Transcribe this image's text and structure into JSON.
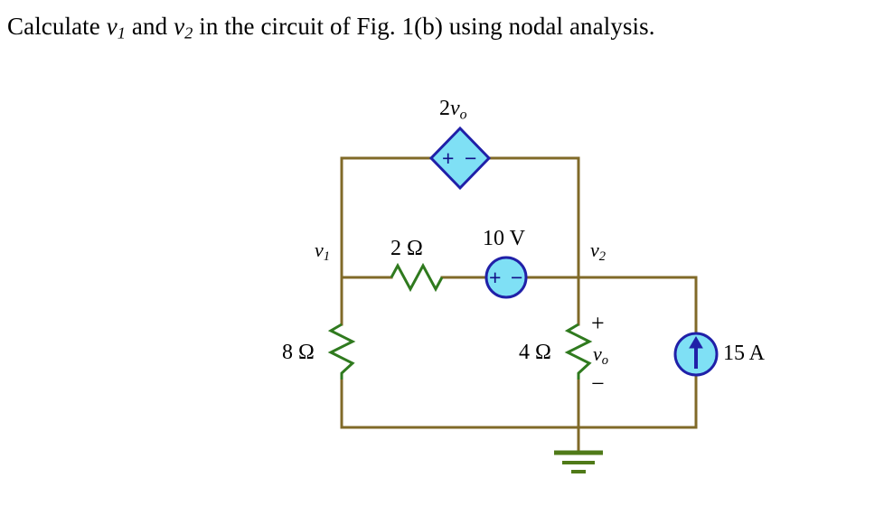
{
  "question": {
    "prefix": "Calculate ",
    "var1": "v",
    "var1_sub": "1",
    "mid1": " and ",
    "var2": "v",
    "var2_sub": "2",
    "suffix": " in the circuit of Fig. 1(b) using nodal analysis."
  },
  "circuit": {
    "title": "nodal analysis circuit",
    "colors": {
      "wire": "#806a28",
      "resistor": "#2f7a1e",
      "source_fill": "#7fe0f5",
      "source_stroke": "#2020a8",
      "ground": "#4f7a18",
      "text": "#000000",
      "polarity": "#111188"
    },
    "nodes": {
      "node1_label": "v",
      "node1_sub": "1",
      "node2_label": "v",
      "node2_sub": "2"
    },
    "components": {
      "dependent_source": {
        "label_coeff": "2",
        "label_var": "v",
        "label_sub": "o",
        "plus": "+",
        "minus": "−",
        "type": "diamond-dependent-voltage-source"
      },
      "voltage_source": {
        "label": "10 V",
        "plus": "+",
        "minus": "−",
        "type": "independent-voltage-source"
      },
      "resistor_2ohm": {
        "label": "2 Ω",
        "orientation": "horizontal"
      },
      "resistor_8ohm": {
        "label": "8 Ω",
        "orientation": "vertical"
      },
      "resistor_4ohm": {
        "label": "4 Ω",
        "orientation": "vertical",
        "voltage_label": "v",
        "voltage_sub": "o",
        "plus": "+",
        "minus": "−"
      },
      "current_source": {
        "label": "15 A",
        "direction": "up",
        "type": "independent-current-source"
      },
      "ground": {
        "type": "earth-ground"
      }
    }
  }
}
